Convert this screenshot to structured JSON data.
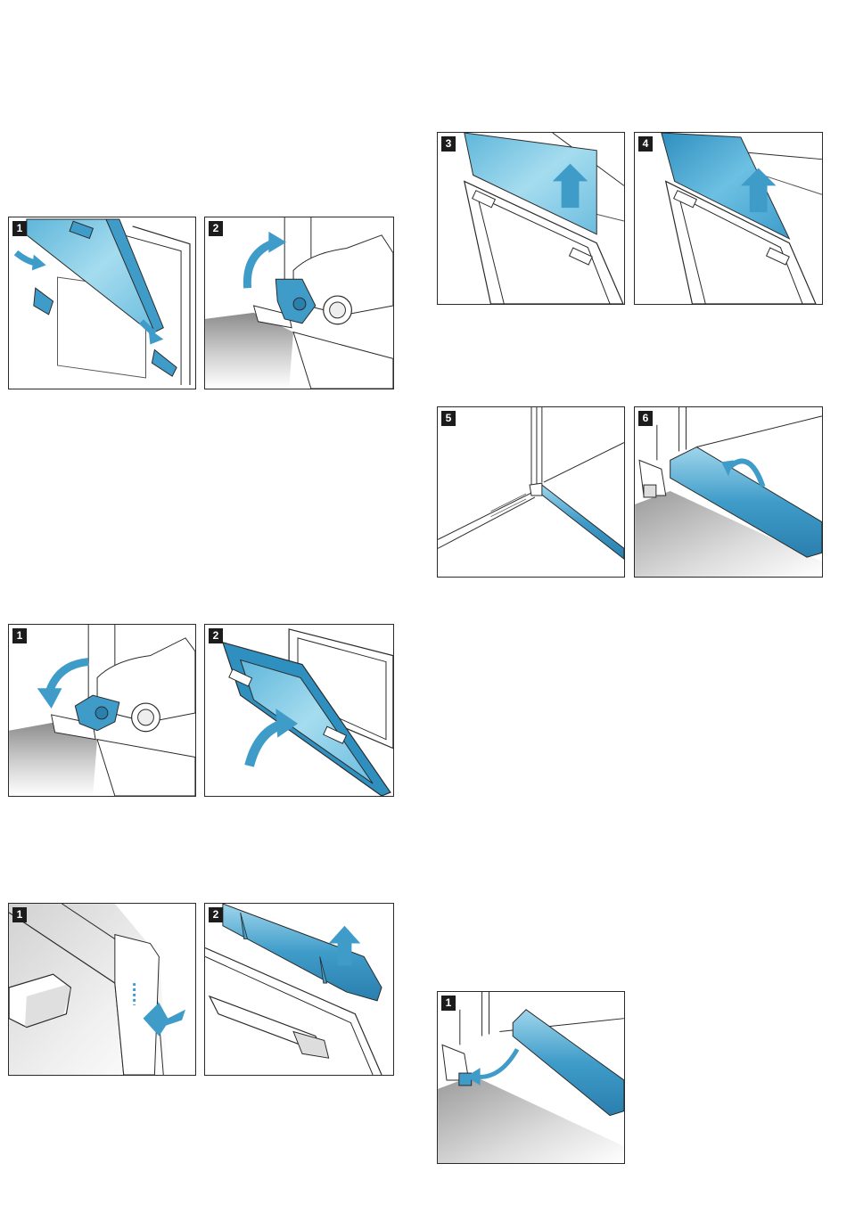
{
  "colors": {
    "accent_blue": "#3f9cc9",
    "glass_blue": "#8ccfe6",
    "frame_line": "#2a2a2a",
    "badge_bg": "#1c1c1c"
  },
  "figures": [
    {
      "id": "remove-door-step-1",
      "step": "1",
      "icons": [
        "arrow-down-icon",
        "hinge-icon"
      ]
    },
    {
      "id": "remove-door-step-2",
      "step": "2",
      "icons": [
        "arrow-curved-up-icon",
        "hinge-lever-icon"
      ]
    },
    {
      "id": "glass-step-3",
      "step": "3",
      "icons": [
        "arrow-up-icon",
        "glass-pane-icon"
      ]
    },
    {
      "id": "glass-step-4",
      "step": "4",
      "icons": [
        "arrow-up-icon",
        "glass-pane-icon"
      ]
    },
    {
      "id": "seal-step-5",
      "step": "5",
      "icons": [
        "seal-strip-icon"
      ]
    },
    {
      "id": "seal-step-6",
      "step": "6",
      "icons": [
        "arrow-curved-icon",
        "seal-strip-icon"
      ]
    },
    {
      "id": "refit-door-step-1",
      "step": "1",
      "icons": [
        "arrow-curved-down-icon",
        "hinge-lever-icon"
      ]
    },
    {
      "id": "refit-door-step-2",
      "step": "2",
      "icons": [
        "arrow-curved-up-icon",
        "door-icon"
      ]
    },
    {
      "id": "cover-step-1",
      "step": "1",
      "icons": [
        "arrow-push-icon",
        "door-handle-icon"
      ]
    },
    {
      "id": "cover-step-2",
      "step": "2",
      "icons": [
        "arrow-up-icon",
        "cover-strip-icon"
      ]
    },
    {
      "id": "seal-refit-step-1",
      "step": "1",
      "icons": [
        "arrow-curved-icon",
        "seal-strip-icon"
      ]
    }
  ]
}
